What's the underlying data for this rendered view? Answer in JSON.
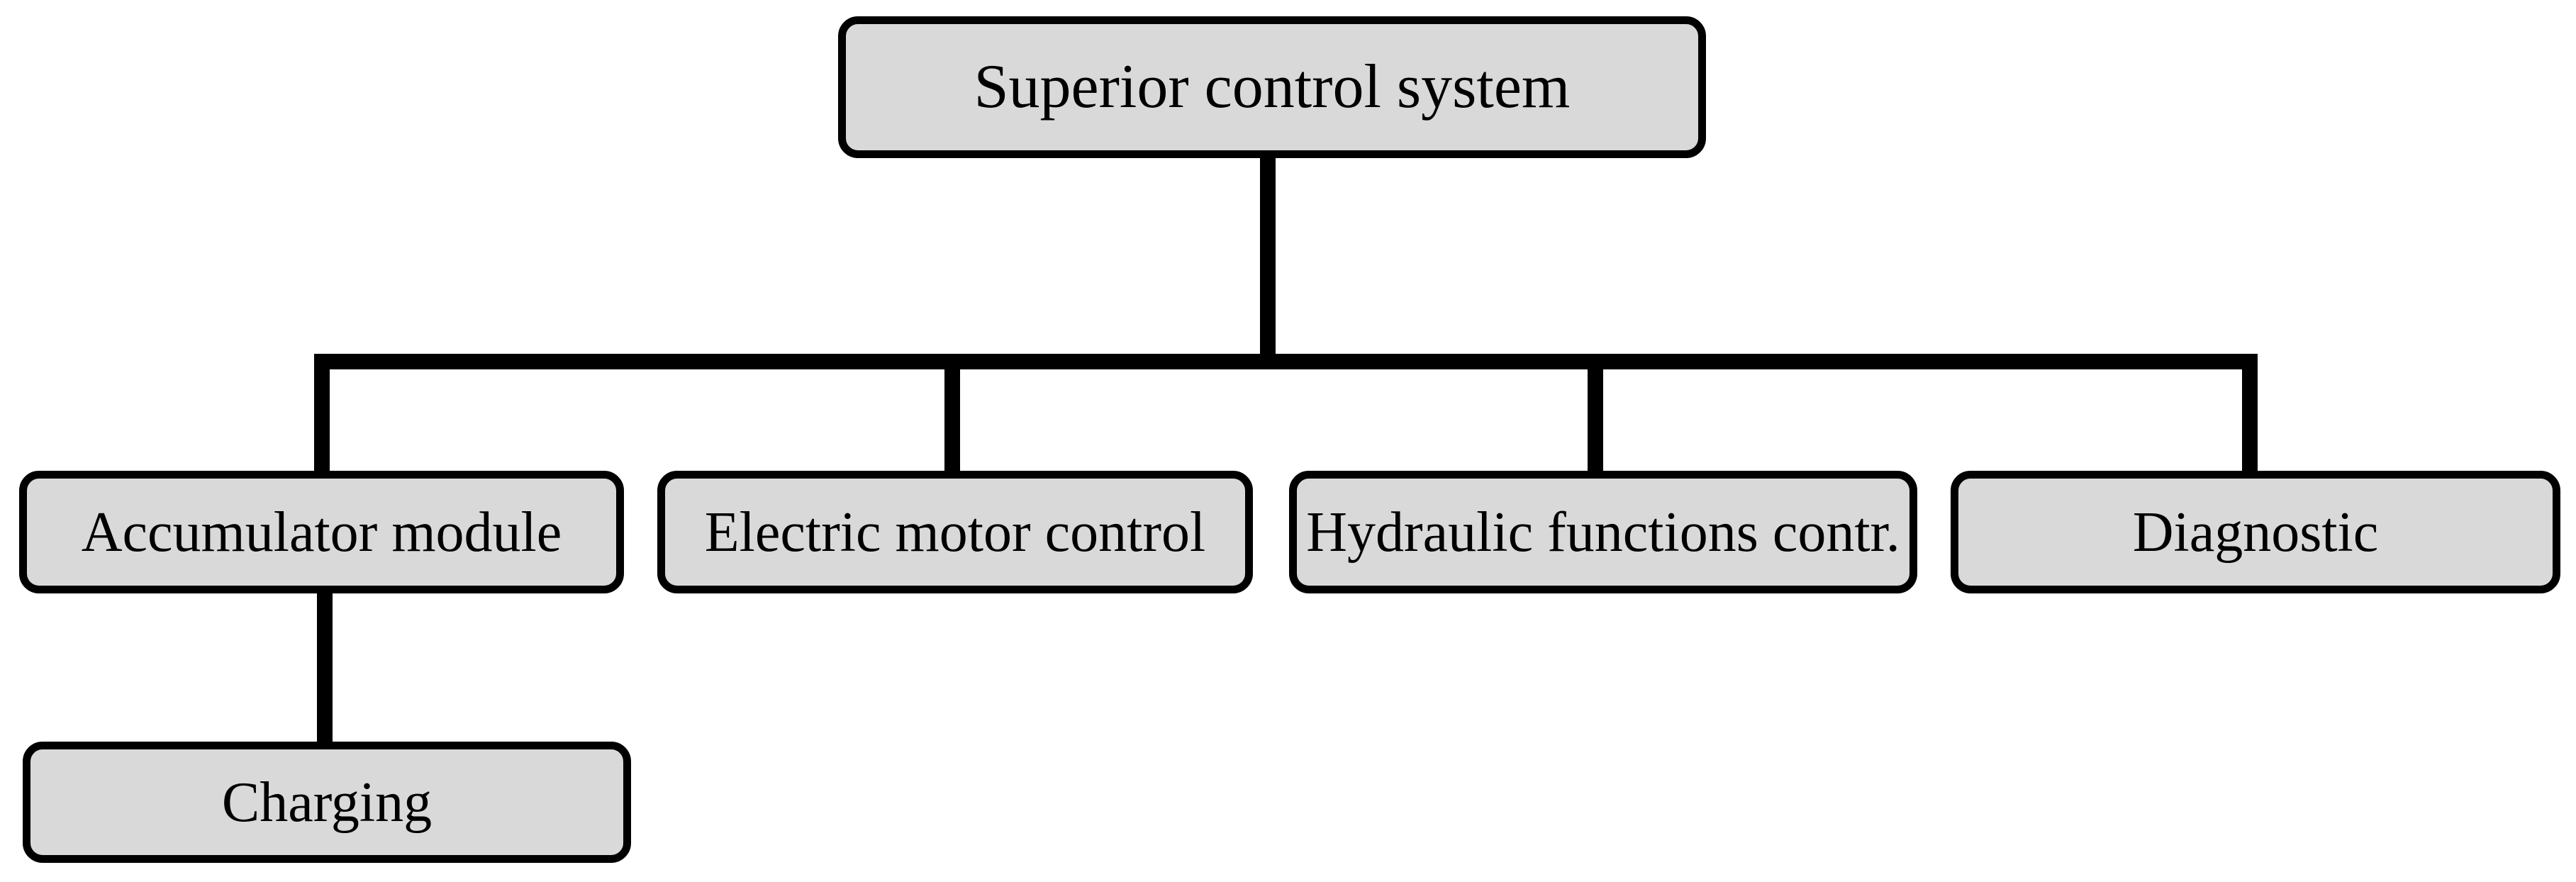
{
  "diagram": {
    "type": "hierarchy-block-diagram",
    "colors": {
      "background": "#ffffff",
      "node_fill": "#d9d9d9",
      "node_border": "#000000",
      "connector": "#000000",
      "text": "#000000"
    },
    "nodes": [
      {
        "id": "superior",
        "label": "Superior control system",
        "parent": null
      },
      {
        "id": "accumulator",
        "label": "Accumulator module",
        "parent": "superior"
      },
      {
        "id": "electric",
        "label": "Electric motor control",
        "parent": "superior"
      },
      {
        "id": "hydraulic",
        "label": "Hydraulic functions contr.",
        "parent": "superior"
      },
      {
        "id": "diagnostic",
        "label": "Diagnostic",
        "parent": "superior"
      },
      {
        "id": "charging",
        "label": "Charging",
        "parent": "accumulator"
      }
    ]
  }
}
